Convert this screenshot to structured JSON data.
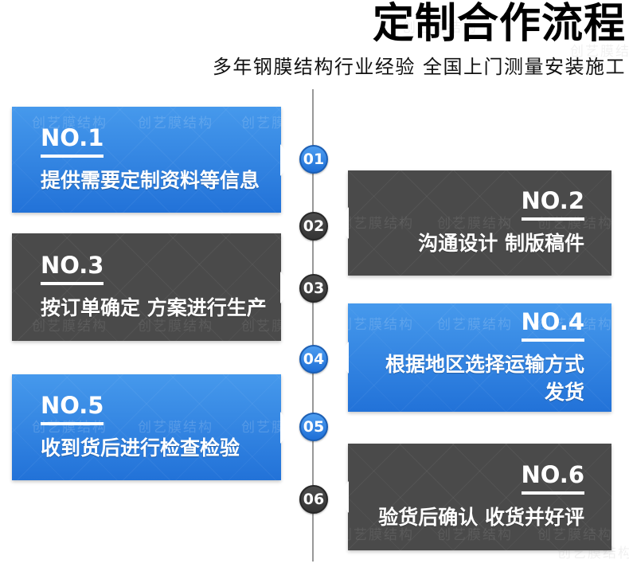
{
  "header": {
    "title": "定制合作流程",
    "subtitle": "多年钢膜结构行业经验 全国上门测量安装施工"
  },
  "watermark": {
    "text": "创艺膜结构"
  },
  "colors": {
    "blue_top": "#4699ec",
    "blue_bottom": "#2272d8",
    "dark_box": "#4a4a4a",
    "timeline_line": "#989898",
    "node_blue_border": "#1b5eb4",
    "node_dark_border": "#272727",
    "text_on_box": "#ffffff",
    "title_text": "#000000"
  },
  "steps": [
    {
      "no": "NO.1",
      "num": "01",
      "style": "blue",
      "side": "left",
      "lines": [
        "提供需要定制资料等信息"
      ]
    },
    {
      "no": "NO.2",
      "num": "02",
      "style": "dark",
      "side": "right",
      "lines": [
        "沟通设计 制版稿件"
      ]
    },
    {
      "no": "NO.3",
      "num": "03",
      "style": "dark",
      "side": "left",
      "lines": [
        "按订单确定 方案进行生产"
      ]
    },
    {
      "no": "NO.4",
      "num": "04",
      "style": "blue",
      "side": "right",
      "lines": [
        "根据地区选择运输方式",
        "发货"
      ]
    },
    {
      "no": "NO.5",
      "num": "05",
      "style": "blue",
      "side": "left",
      "lines": [
        "收到货后进行检查检验"
      ]
    },
    {
      "no": "NO.6",
      "num": "06",
      "style": "dark",
      "side": "right",
      "lines": [
        "验货后确认 收货并好评"
      ]
    }
  ]
}
